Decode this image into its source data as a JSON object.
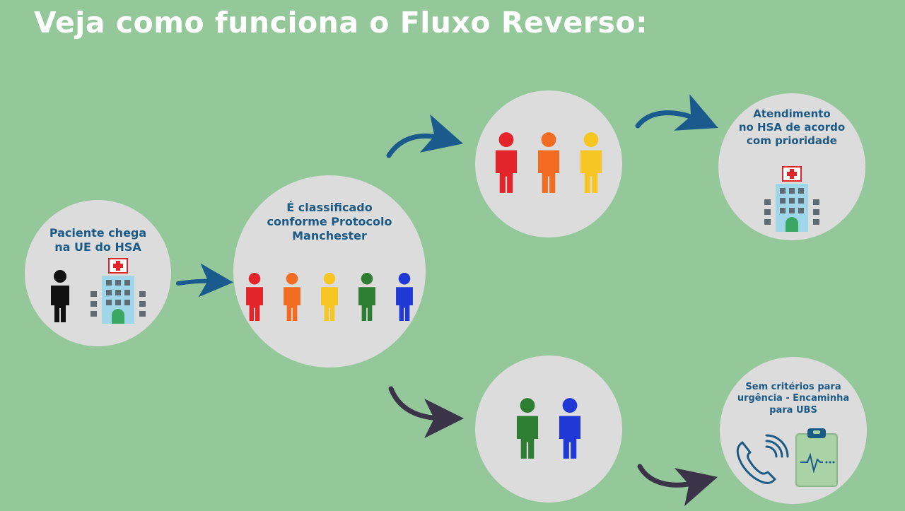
{
  "title": "Veja como funciona o Fluxo Reverso:",
  "nodes": {
    "arrival": {
      "label": "Paciente chega\nna  UE do HSA"
    },
    "classification": {
      "label": "É classificado\nconforme Protocolo\nManchester"
    },
    "priority": {
      "label": "Atendimento\nno HSA de acordo\ncom prioridade"
    },
    "referral": {
      "label": "Sem critérios para\nurgência - Encaminha\npara  UBS"
    }
  },
  "colors": {
    "background": "#94c79a",
    "circle": "#dcdcdc",
    "label_text": "#1c5a86",
    "arrow_blue": "#1a5a8c",
    "arrow_dark": "#3b3347",
    "red": "#e3242b",
    "orange": "#f26d21",
    "yellow": "#f7c623",
    "green": "#2d7d32",
    "blue": "#2038d6",
    "black": "#111111"
  },
  "icons": [
    "person-icon",
    "hospital-icon",
    "phone-icon",
    "clipboard-icon",
    "arrow-icon"
  ]
}
